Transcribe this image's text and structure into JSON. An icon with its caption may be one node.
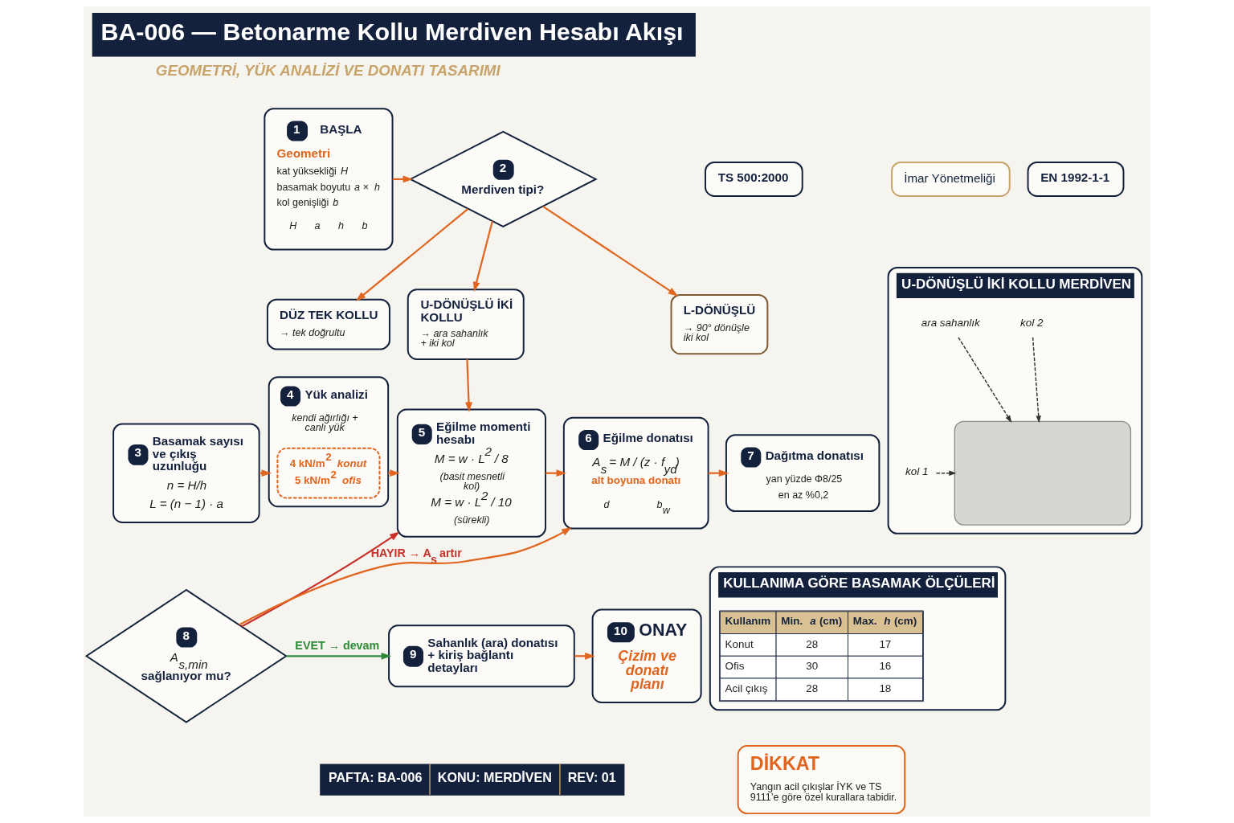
{
  "diagram": {
    "title": "BA-006 — Betonarme Kollu Merdiven Hesabı Akışı",
    "nodes": [
      {
        "text": [
          "1",
          "BAŞLA",
          "Geometri",
          "kat yüksekliği *H*",
          "basamak boyutu *a* × *h*",
          "kol genişliği *b*",
          "H",
          "a",
          "h",
          "b"
        ]
      },
      {
        "text": [
          "2",
          "Merdiven tipi?"
        ]
      },
      {
        "text": [
          "DÜZ TEK KOLLU",
          "→ tek doğrultu"
        ]
      },
      {
        "text": [
          "U-DÖNÜŞLÜ İKİ KOLLU",
          "→ ara sahanlık + iki kol"
        ]
      },
      {
        "text": [
          "L-DÖNÜŞLÜ",
          "→ 90° dönüşle iki kol"
        ]
      },
      {
        "text": [
          "3",
          "Basamak sayısı ve çıkış uzunluğu",
          "n = H/h",
          "L = (n − 1) · a"
        ]
      },
      {
        "text": [
          "4",
          "Yük analizi",
          "kendi ağırlığı + canlı yük"
        ]
      },
      {
        "text": [
          "4 kN/m$^{2}$ *konut*",
          "5 kN/m$^{2}$ *ofis*"
        ],
        "in": 6
      },
      {
        "text": [
          "5",
          "Eğilme momenti hesabı",
          "M = w · L$^{2}$ / 8",
          "(basit mesnetli kol)",
          "M = w · L$^{2}$ / 10",
          "(sürekli)"
        ]
      },
      {
        "text": [
          "6",
          "Eğilme donatısı",
          "A$_{s}$ = M / (z · f$_{yd}$)",
          "alt boyuna donatı",
          "d",
          "b$_{w}$"
        ]
      },
      {
        "text": [
          "7",
          "Dağıtma donatısı",
          "yan yüzde Φ8/25",
          "en az %0,2"
        ]
      },
      {
        "text": [
          "8",
          "A$_{s,min}$",
          "sağlanıyor mu?"
        ]
      },
      {
        "text": [
          "9",
          "Sahanlık (ara) donatısı + kiriş bağlantı detayları"
        ]
      },
      {
        "text": [
          "10",
          "ONAY",
          "Çizim ve donatı planı"
        ]
      },
      {
        "text": [
          "TS 500:2000"
        ]
      },
      {
        "text": [
          "İmar Yönetmeliği"
        ]
      },
      {
        "text": [
          "EN 1992-1-1"
        ]
      },
      {
        "text": [
          "U-DÖNÜŞLÜ İKİ KOLLU MERDİVEN"
        ]
      },
      {
        "text": [
          "ara sahanlık"
        ],
        "in": 17
      },
      {
        "text": [
          "kol 2"
        ],
        "in": 17
      },
      {
        "text": [
          "kol 1"
        ],
        "in": 17
      },
      {
        "text": [],
        "shape": "box",
        "in": 17
      },
      {
        "text": [
          "KULLANIMA GÖRE BASAMAK ÖLÇÜLERİ"
        ]
      },
      {
        "text": [
          "DİKKAT",
          "Yangın acil çıkışlar İYK ve TS 9111’e göre özel kurallara tabidir."
        ]
      }
    ],
    "edges": [
      {
        "from": 0,
        "to": 1,
        "arrow": "to"
      },
      {
        "from": 1,
        "to": 2,
        "arrow": "to"
      },
      {
        "from": 1,
        "to": 3,
        "arrow": "to"
      },
      {
        "from": 1,
        "to": 4,
        "arrow": "to"
      },
      {
        "from": 3,
        "to": 8,
        "arrow": "to"
      },
      {
        "from": 5,
        "to": 6,
        "arrow": "to"
      },
      {
        "from": 6,
        "to": 8,
        "arrow": "to"
      },
      {
        "from": 8,
        "to": 9,
        "arrow": "to"
      },
      {
        "from": 9,
        "to": 10,
        "arrow": "to"
      },
      {
        "from": 11,
        "to": 8,
        "arrow": "to",
        "label": "HAYIR → A$_{s}$ artır",
        "color": "#c8322a"
      },
      {
        "from": 11,
        "to": 9,
        "arrow": "to"
      },
      {
        "from": 11,
        "to": 12,
        "arrow": "to",
        "label": "EVET → devam",
        "color": "#2f8a3a"
      },
      {
        "from": 12,
        "to": 13,
        "arrow": "to"
      },
      {
        "from": 18,
        "to": 21,
        "arrow": "to",
        "style": "dashed",
        "color": "#333333"
      },
      {
        "from": 19,
        "to": 21,
        "arrow": "to",
        "style": "dashed",
        "color": "#333333"
      },
      {
        "from": 20,
        "to": 21,
        "arrow": "to",
        "style": "dashed",
        "color": "#333333"
      }
    ],
    "labels": [
      "GEOMETRİ, YÜK ANALİZİ VE DONATI TASARIMI",
      "Kullanım",
      "Min. *a* (cm)",
      "Max. *h* (cm)",
      "Konut",
      "28",
      "17",
      "Ofis",
      "30",
      "16",
      "Acil çıkış",
      "28",
      "18",
      "PAFTA: BA-006",
      "KONU: MERDİVEN",
      "REV: 01"
    ]
  }
}
